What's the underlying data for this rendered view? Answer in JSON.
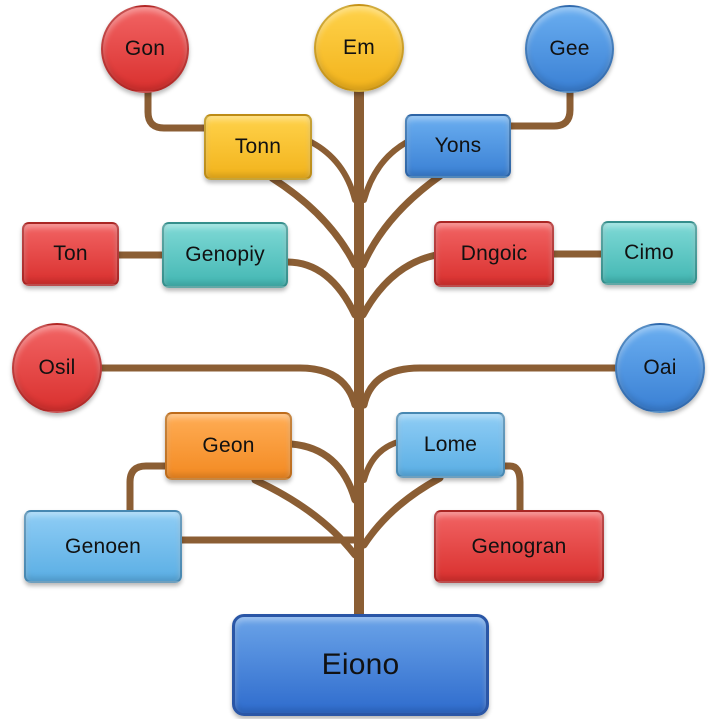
{
  "colors": {
    "trunk": "#8b5e34",
    "red": "#de3a38",
    "yellow": "#f5bd2a",
    "blue": "#4489da",
    "teal": "#4fbdb9",
    "orange": "#f7902c",
    "light_blue": "#63b4e7",
    "root_blue": "#3570cf"
  },
  "nodes": {
    "gon": "Gon",
    "em": "Em",
    "gee": "Gee",
    "tonn": "Tonn",
    "yons": "Yons",
    "ton": "Ton",
    "genopiy": "Genopiy",
    "dngoic": "Dngoic",
    "cimo": "Cimo",
    "osil": "Osil",
    "oai": "Oai",
    "geon": "Geon",
    "lome": "Lome",
    "genoen": "Genoen",
    "genogran": "Genogran",
    "eiono": "Eiono"
  }
}
